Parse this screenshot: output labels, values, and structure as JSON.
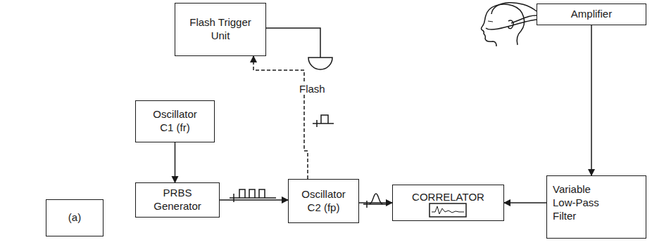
{
  "diagram": {
    "nodes": [
      {
        "text": [
          "Flash Trigger Unit"
        ]
      },
      {
        "text": [
          "Amplifier"
        ]
      },
      {
        "text": [
          "Oscillator C1 (fr)"
        ]
      },
      {
        "text": [
          "PRBS Generator"
        ]
      },
      {
        "text": [
          "Oscillator C2 (fp)"
        ]
      },
      {
        "text": [
          "CORRELATOR"
        ]
      },
      {
        "text": [
          "Variable Low-Pass Filter"
        ]
      },
      {
        "text": [
          "(a)"
        ]
      }
    ],
    "edges": [
      {
        "from": 2,
        "to": 3,
        "arrow": "to"
      },
      {
        "from": 3,
        "to": 4,
        "arrow": "to"
      },
      {
        "from": 4,
        "to": 0,
        "arrow": "to"
      },
      {
        "from": 4,
        "to": 5,
        "arrow": "to"
      },
      {
        "from": 6,
        "to": 5,
        "arrow": "to"
      },
      {
        "from": 1,
        "to": 6,
        "arrow": "to"
      }
    ],
    "labels": [
      "Flash"
    ]
  }
}
